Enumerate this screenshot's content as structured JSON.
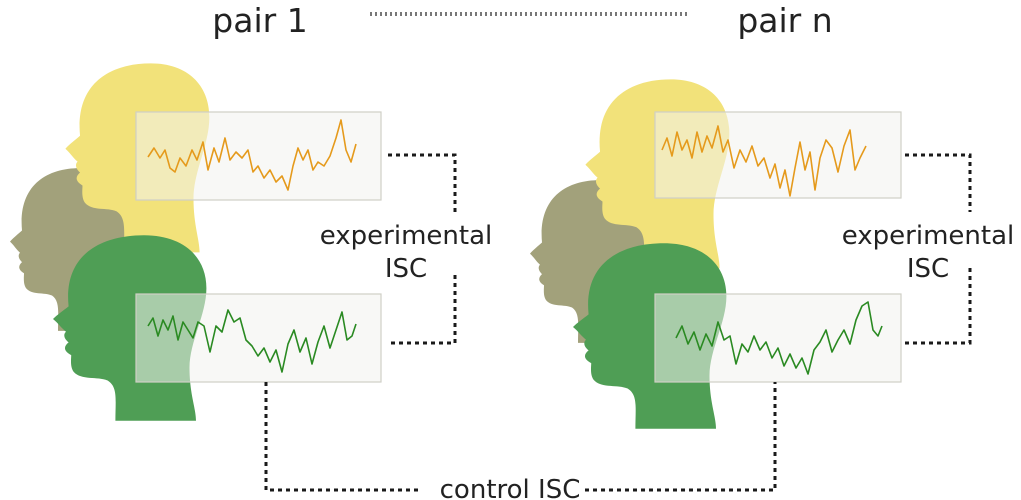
{
  "labels": {
    "pair_first": "pair 1",
    "pair_last": "pair n",
    "experimental_line1": "experimental",
    "experimental_line2": "ISC",
    "control": "control ISC"
  },
  "colors": {
    "head_yellow": "#f2e27a",
    "head_olive": "#a2a17b",
    "head_green": "#4f9e55",
    "signal_orange": "#e59a1c",
    "signal_green": "#2a8a22",
    "box_fill": "#f3f3ee",
    "box_stroke": "#cfcfc6",
    "connector": "#1a1a1a",
    "separator": "#777777"
  },
  "icons": {
    "head": "human-head-silhouette-icon"
  }
}
